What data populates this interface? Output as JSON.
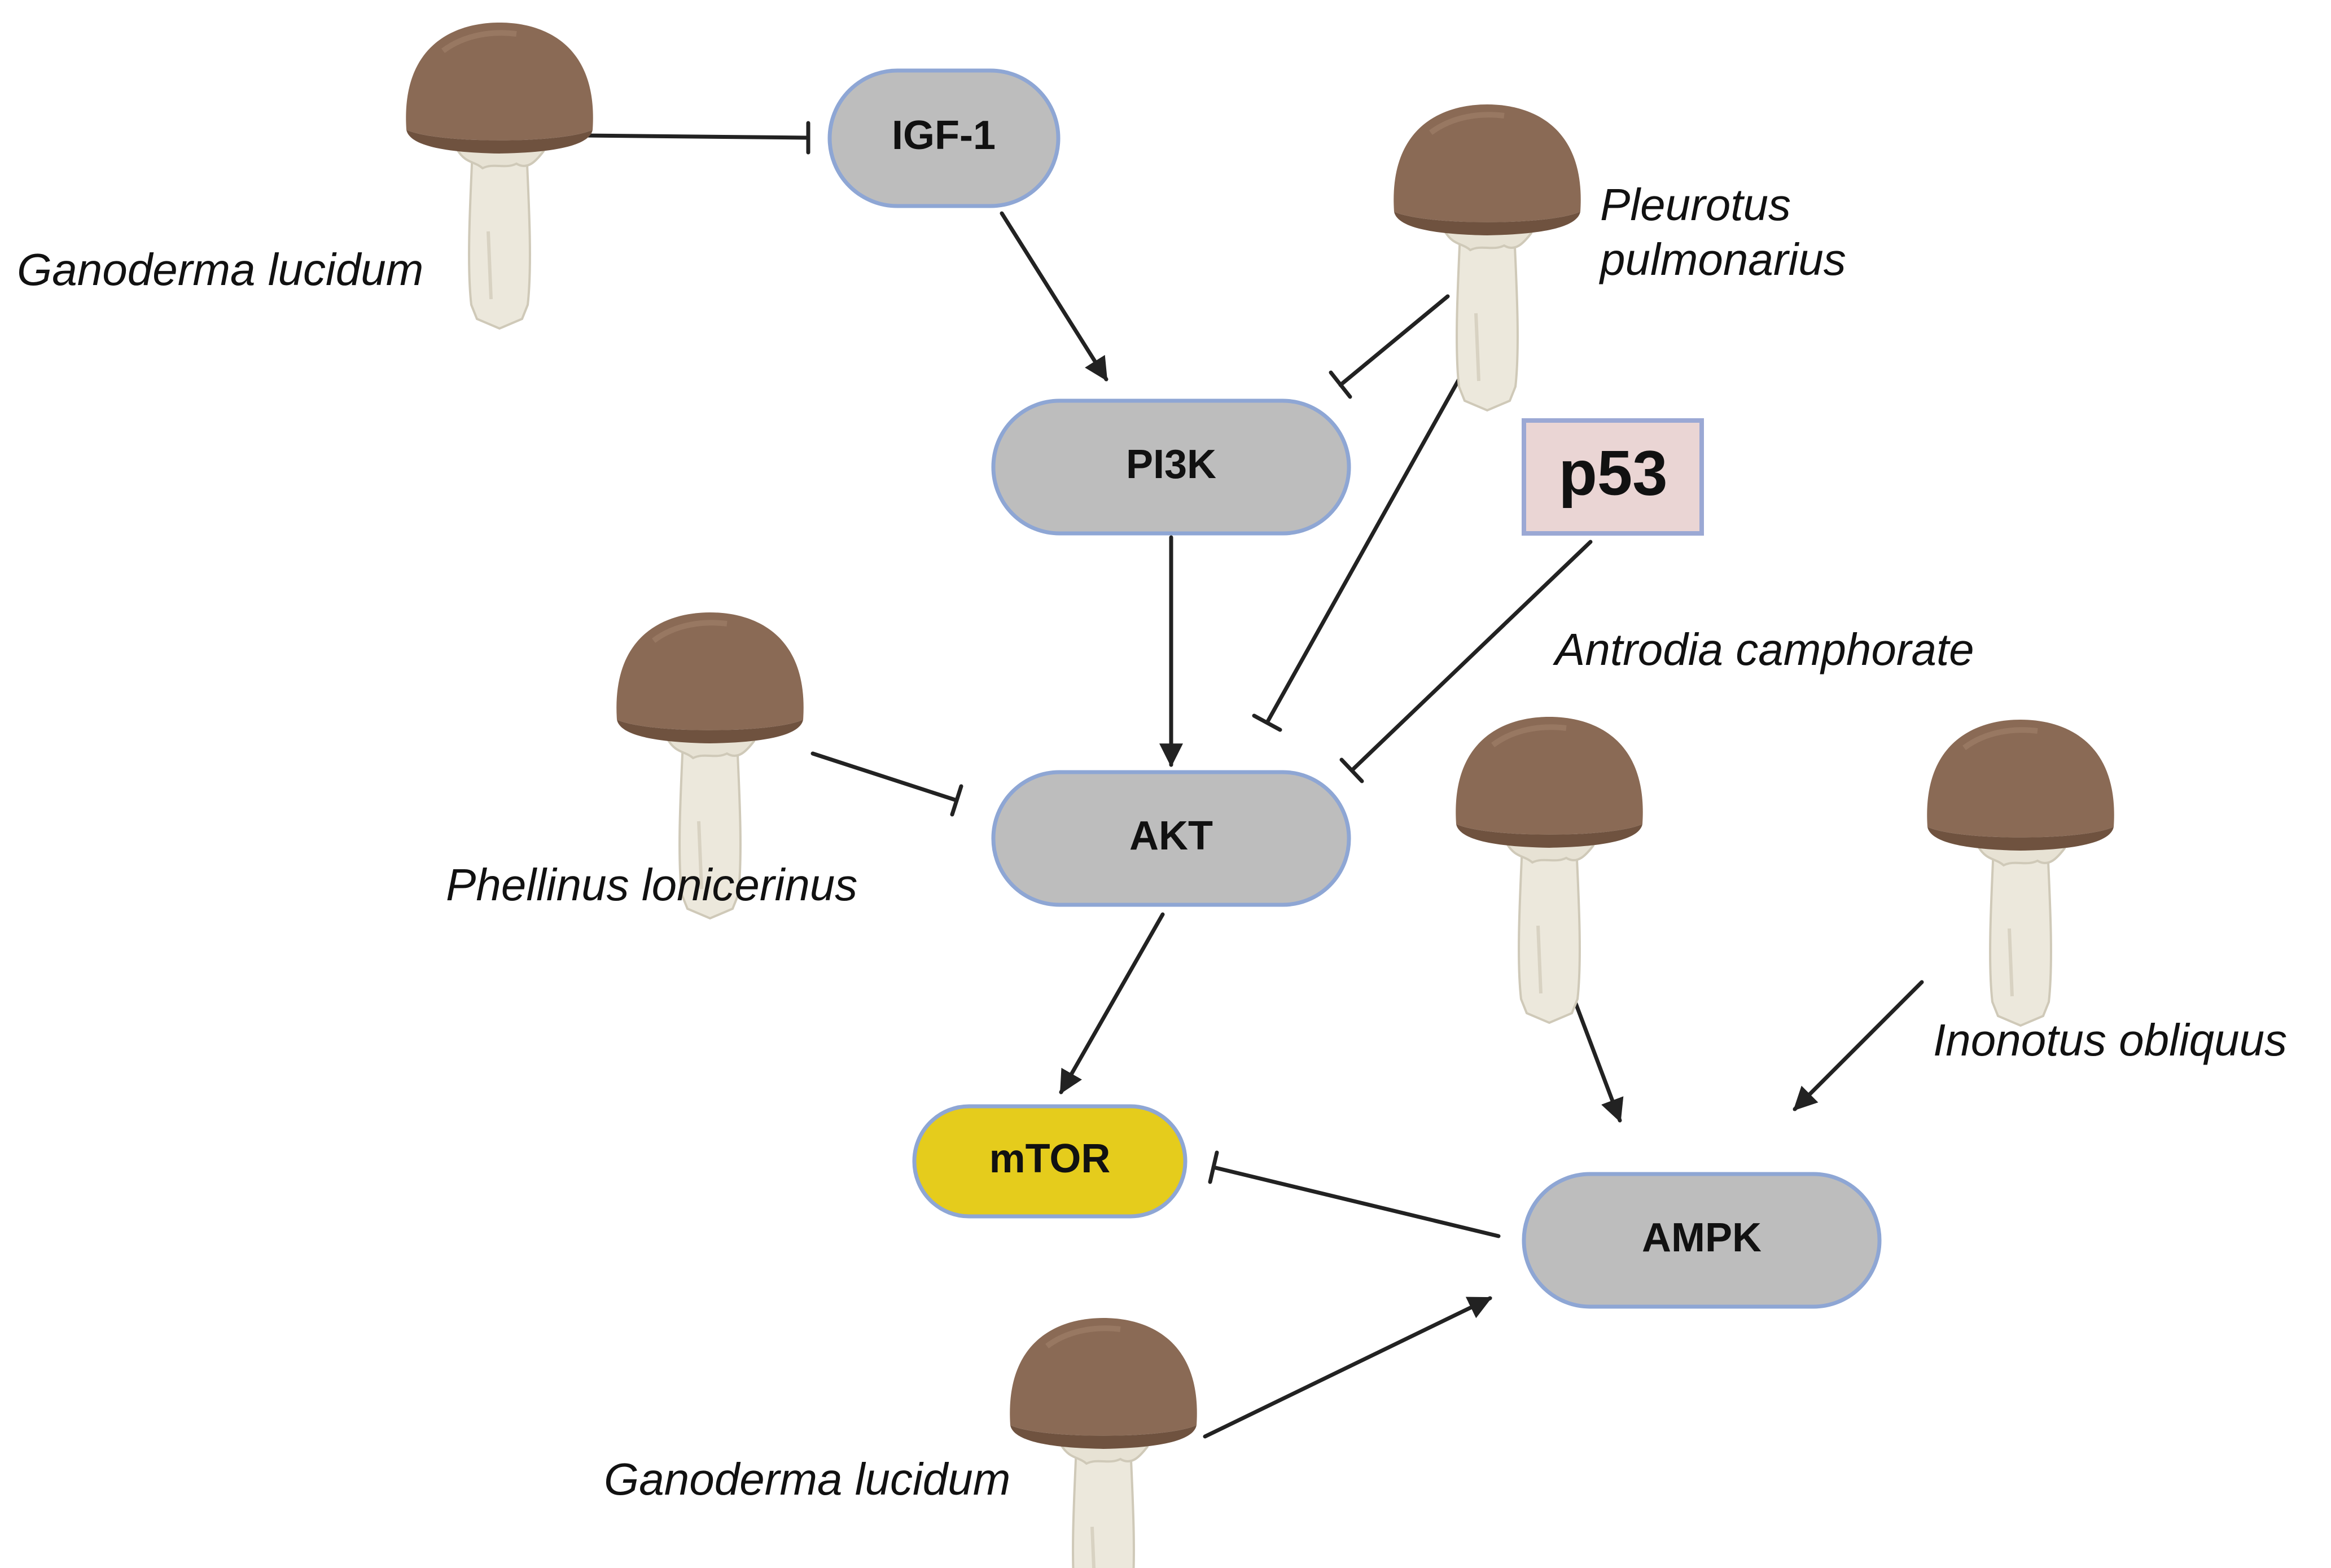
{
  "colors": {
    "node_fill": "#bdbdbd",
    "node_border": "#8ea6d4",
    "mtor_fill": "#e5cc1c",
    "p53_fill": "#ead5d4",
    "p53_border": "#9ba8d4",
    "edge": "#222222",
    "cap": "#8a6a55",
    "cap_dark": "#6f523f",
    "stem": "#ece8dc",
    "stem_shade": "#cfc9b8"
  },
  "icons": {
    "mushroom": "mushroom-icon",
    "activation": "arrow-head",
    "inhibition": "t-bar"
  },
  "nodes": {
    "igf1": {
      "label": "IGF-1"
    },
    "pi3k": {
      "label": "PI3K"
    },
    "akt": {
      "label": "AKT"
    },
    "mtor": {
      "label": "mTOR"
    },
    "ampk": {
      "label": "AMPK"
    },
    "p53": {
      "label": "p53"
    }
  },
  "species": {
    "ganoderma_top": {
      "name": "Ganoderma lucidum"
    },
    "pleurotus": {
      "line1": "Pleurotus",
      "line2": "pulmonarius"
    },
    "phellinus": {
      "name": "Phellinus lonicerinus"
    },
    "antrodia": {
      "name": "Antrodia camphorate"
    },
    "inonotus": {
      "name": "Inonotus obliquus"
    },
    "ganoderma_bottom": {
      "name": "Ganoderma lucidum"
    }
  },
  "edges": [
    {
      "from": "ganoderma_top",
      "to": "igf1",
      "kind": "inhibition"
    },
    {
      "from": "igf1",
      "to": "pi3k",
      "kind": "activation"
    },
    {
      "from": "pleurotus",
      "to": "pi3k",
      "kind": "inhibition"
    },
    {
      "from": "pleurotus",
      "to": "akt",
      "kind": "inhibition"
    },
    {
      "from": "pi3k",
      "to": "akt",
      "kind": "activation"
    },
    {
      "from": "p53",
      "to": "akt",
      "kind": "inhibition"
    },
    {
      "from": "phellinus",
      "to": "akt",
      "kind": "inhibition"
    },
    {
      "from": "akt",
      "to": "mtor",
      "kind": "activation"
    },
    {
      "from": "antrodia",
      "to": "ampk",
      "kind": "activation"
    },
    {
      "from": "inonotus",
      "to": "ampk",
      "kind": "activation"
    },
    {
      "from": "ampk",
      "to": "mtor",
      "kind": "inhibition"
    },
    {
      "from": "ganoderma_bottom",
      "to": "ampk",
      "kind": "activation"
    }
  ]
}
